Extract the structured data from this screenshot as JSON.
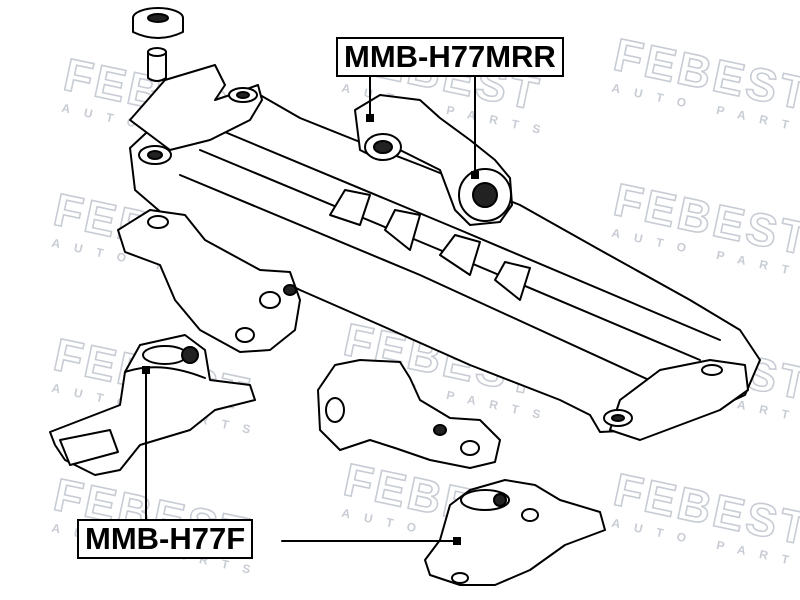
{
  "watermark": {
    "brand": "FEBEST",
    "sub": "AUTO PARTS"
  },
  "callouts": {
    "rear_mount": "MMB-H77MRR",
    "front_mount": "MMB-H77F"
  },
  "colors": {
    "line": "#000000",
    "watermark": "#c8ccd4",
    "background": "#ffffff"
  }
}
